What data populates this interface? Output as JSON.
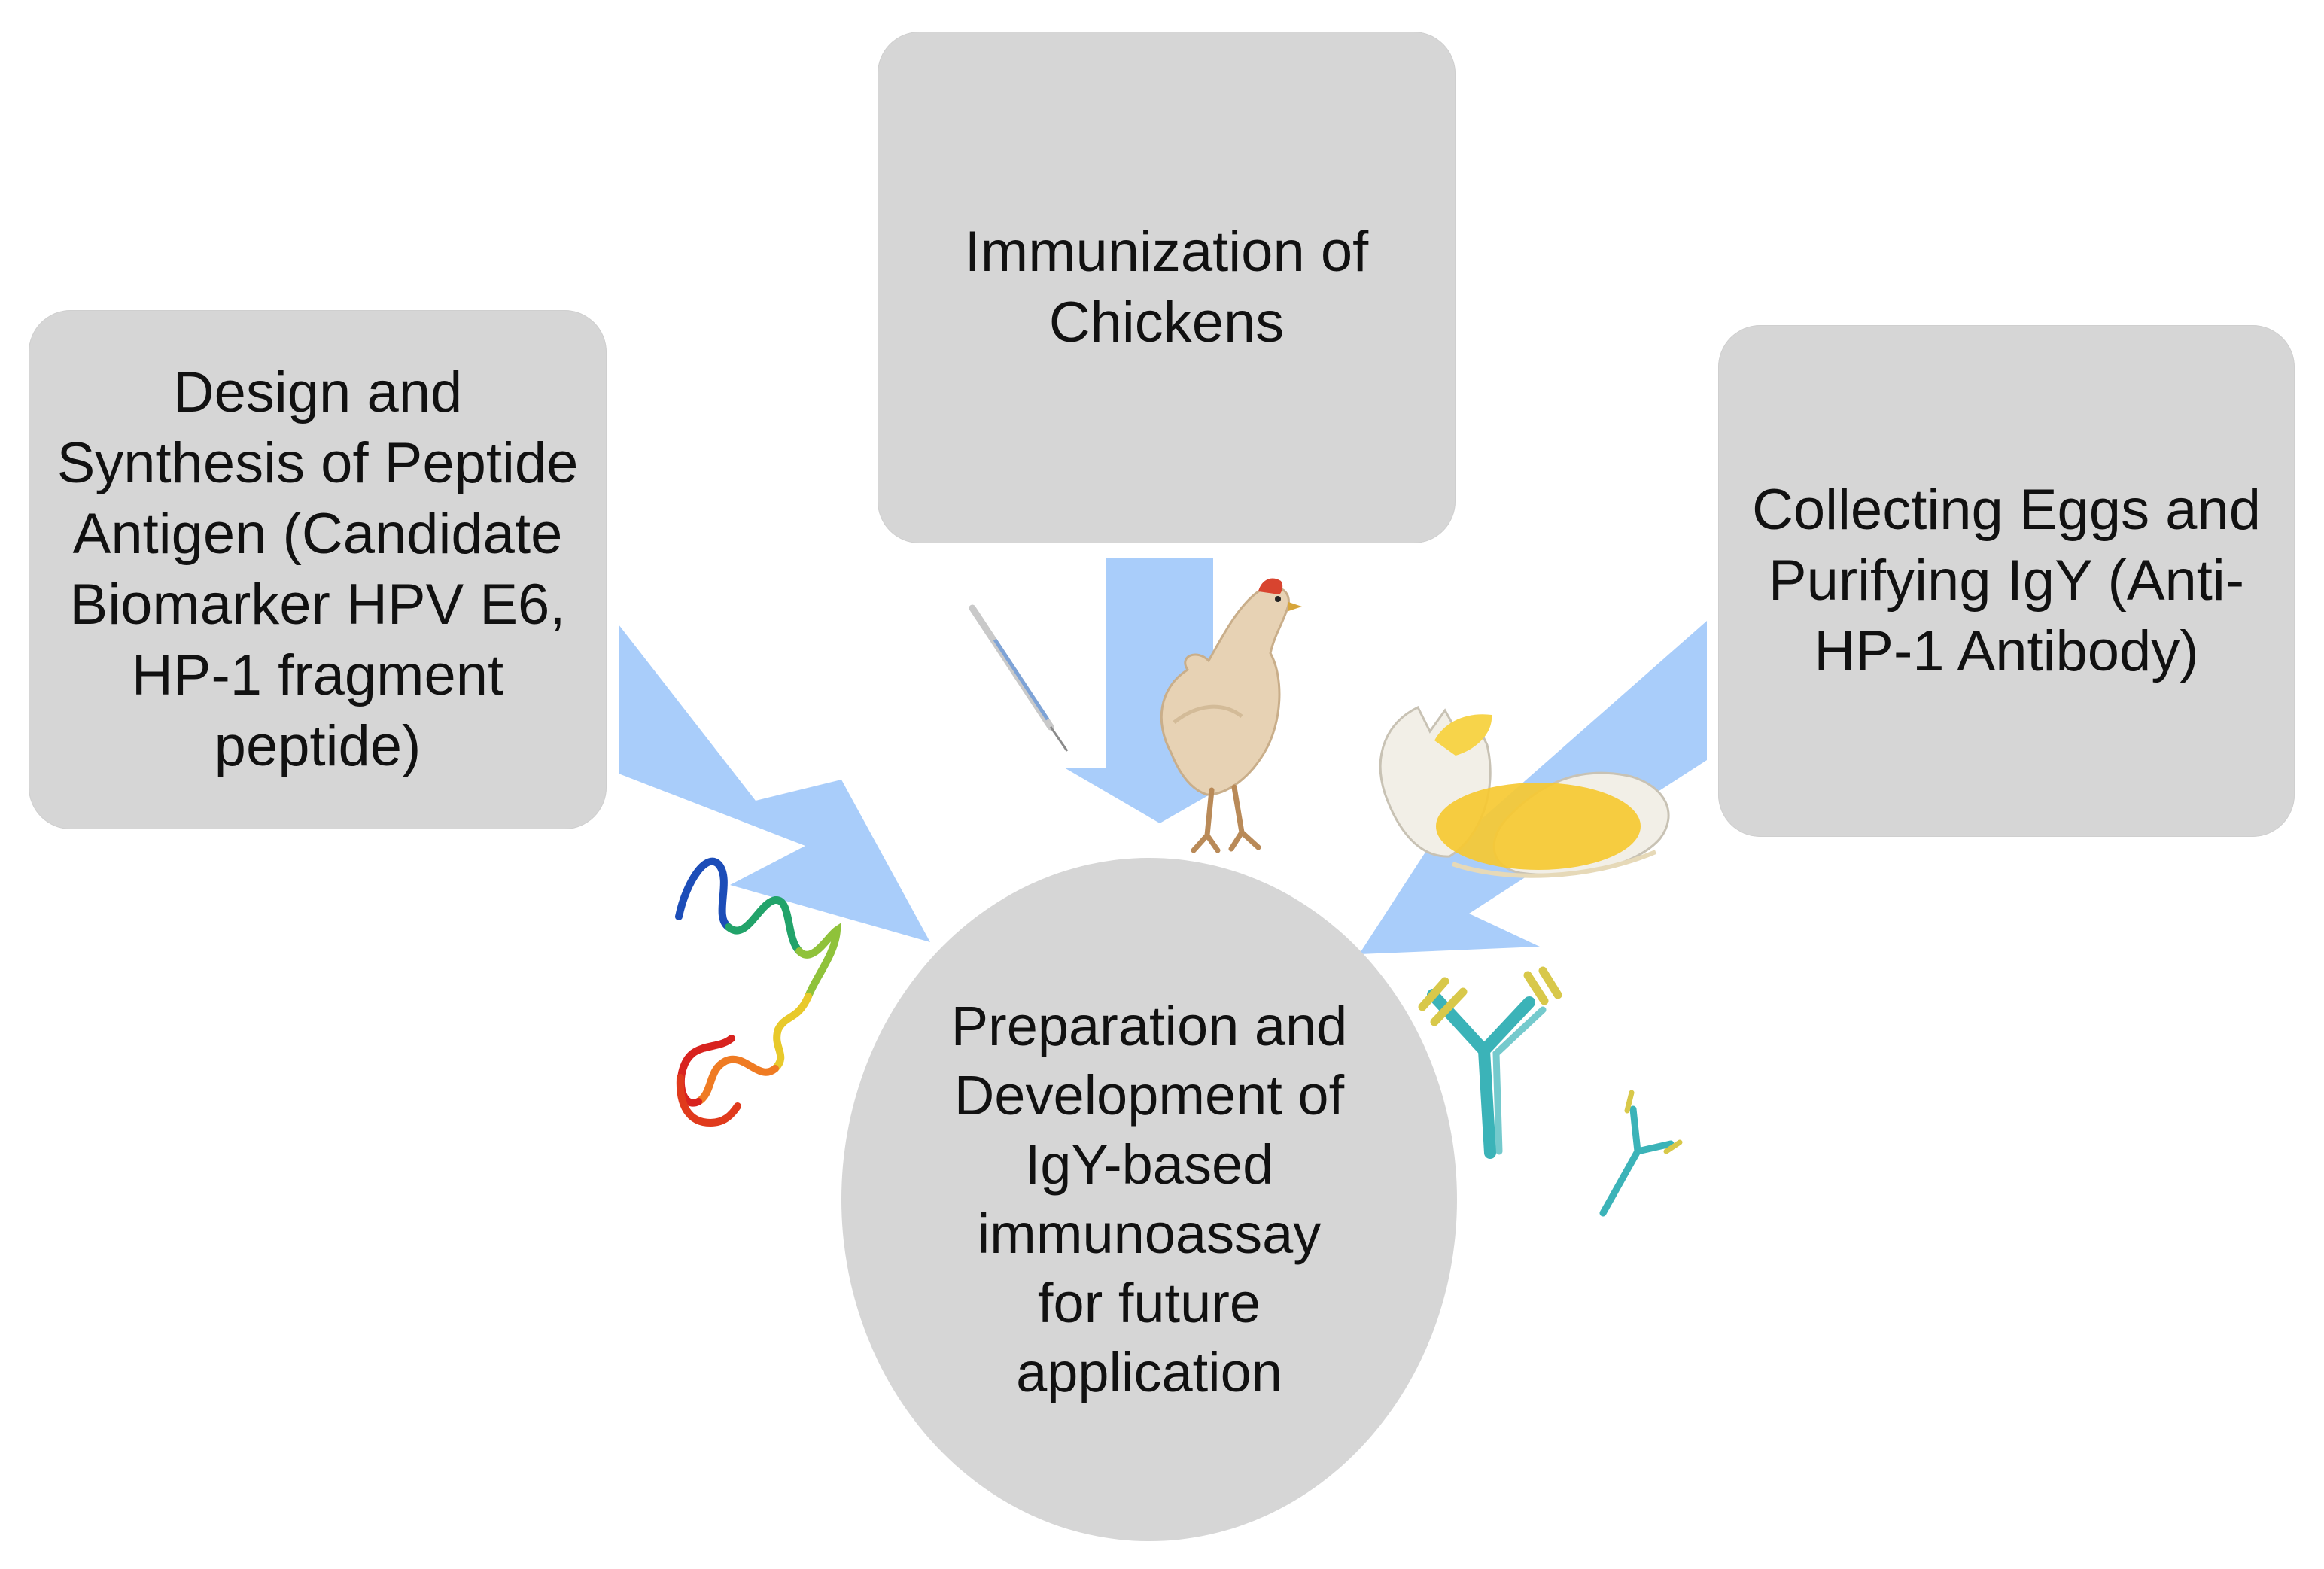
{
  "steps": {
    "design": [
      "Design and",
      "Synthesis of Peptide",
      "Antigen (Candidate",
      "Biomarker HPV E6,",
      "HP-1 fragment",
      "peptide)"
    ],
    "immunization": [
      "Immunization of",
      "Chickens"
    ],
    "collecting": [
      "Collecting Eggs and",
      "Purifying IgY (Anti-",
      "HP-1 Antibody)"
    ],
    "preparation": [
      "Preparation and",
      "Development of",
      "IgY-based",
      "immunoassay",
      "for future",
      "application"
    ]
  },
  "colors": {
    "box_fill": "#d6d6d6",
    "arrow_fill": "#a9cdfa",
    "text": "#111111",
    "antibody_teal": "#3bb3b8",
    "antibody_yellow": "#d8c84a",
    "yolk": "#f6c932",
    "hen": "#e7d2b4"
  },
  "icons": [
    "peptide-chain-icon",
    "syringe-icon",
    "chicken-icon",
    "cracked-egg-icon",
    "antibody-icon"
  ]
}
